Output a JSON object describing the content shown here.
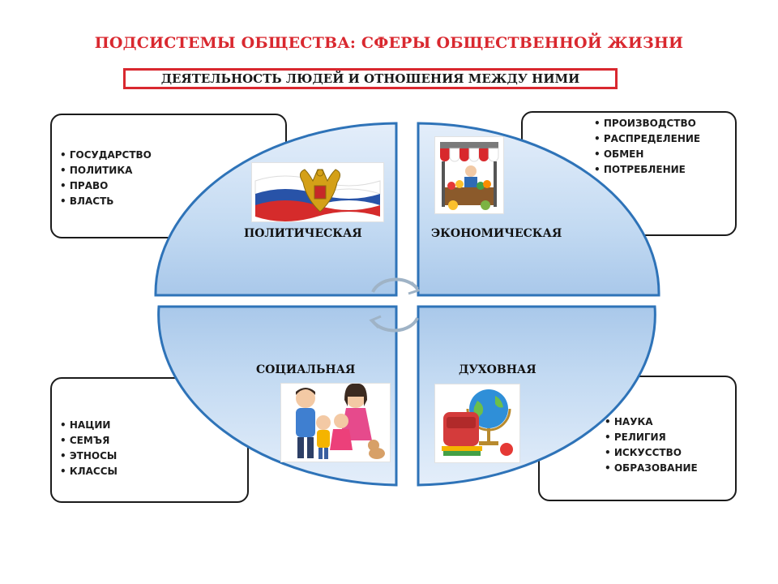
{
  "title": "ПОДСИСТЕМЫ ОБЩЕСТВА: СФЕРЫ ОБЩЕСТВЕННОЙ ЖИЗНИ",
  "subtitle": "ДЕЯТЕЛЬНОСТЬ ЛЮДЕЙ И ОТНОШЕНИЯ МЕЖДУ НИМИ",
  "spheres": {
    "political": {
      "label": "ПОЛИТИЧЕСКАЯ",
      "items": [
        "ГОСУДАРСТВО",
        "ПОЛИТИКА",
        "ПРАВО",
        "ВЛАСТЬ"
      ]
    },
    "economic": {
      "label": "ЭКОНОМИЧЕСКАЯ",
      "items": [
        "ПРОИЗВОДСТВО",
        "РАСПРЕДЕЛЕНИЕ",
        "ОБМЕН",
        "ПОТРЕБЛЕНИЕ"
      ]
    },
    "social": {
      "label": "СОЦИАЛЬНАЯ",
      "items": [
        "НАЦИИ",
        "СЕМЪЯ",
        "ЭТНОСЫ",
        "КЛАССЫ"
      ]
    },
    "spiritual": {
      "label": "ДУХОВНАЯ",
      "items": [
        "НАУКА",
        "РЕЛИГИЯ",
        "ИСКУССТВО",
        "ОБРАЗОВАНИЕ"
      ]
    }
  },
  "colors": {
    "title": "#d9282f",
    "quadrant_fill": "#b8d3ef",
    "quadrant_stroke": "#2e73b8"
  },
  "icons": [
    "russian-coat-of-arms-icon",
    "market-stall-icon",
    "family-icon",
    "globe-and-books-icon",
    "cycle-arrows-icon"
  ]
}
